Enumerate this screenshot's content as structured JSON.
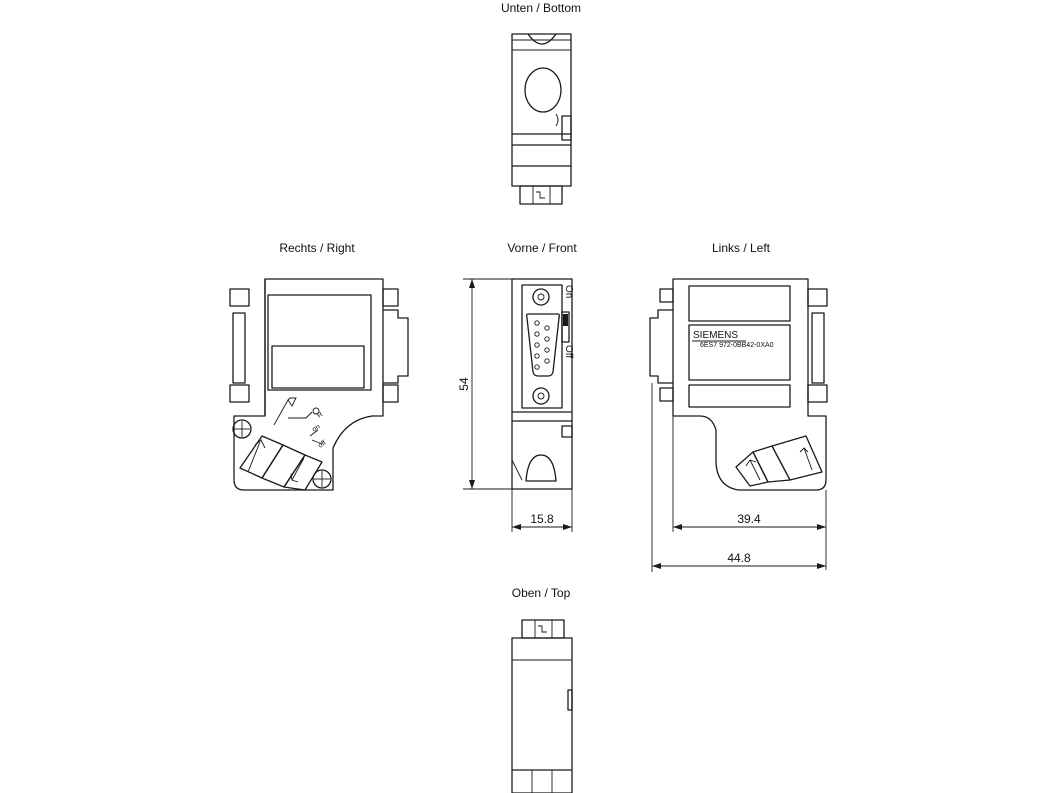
{
  "views": {
    "bottom": "Unten / Bottom",
    "right": "Rechts / Right",
    "front": "Vorne / Front",
    "left": "Links / Left",
    "top": "Oben / Top"
  },
  "dimensions": {
    "height": "54",
    "front_width": "15.8",
    "left_width": "39.4",
    "overall_width": "44.8"
  },
  "markings": {
    "brand": "SIEMENS",
    "part_number": "6ES7 972-0BB42-0XA0",
    "switch_on": "On",
    "switch_off": "Off",
    "switch_on_small": "on",
    "switch_off_small": "off",
    "terminal_r": "R"
  }
}
